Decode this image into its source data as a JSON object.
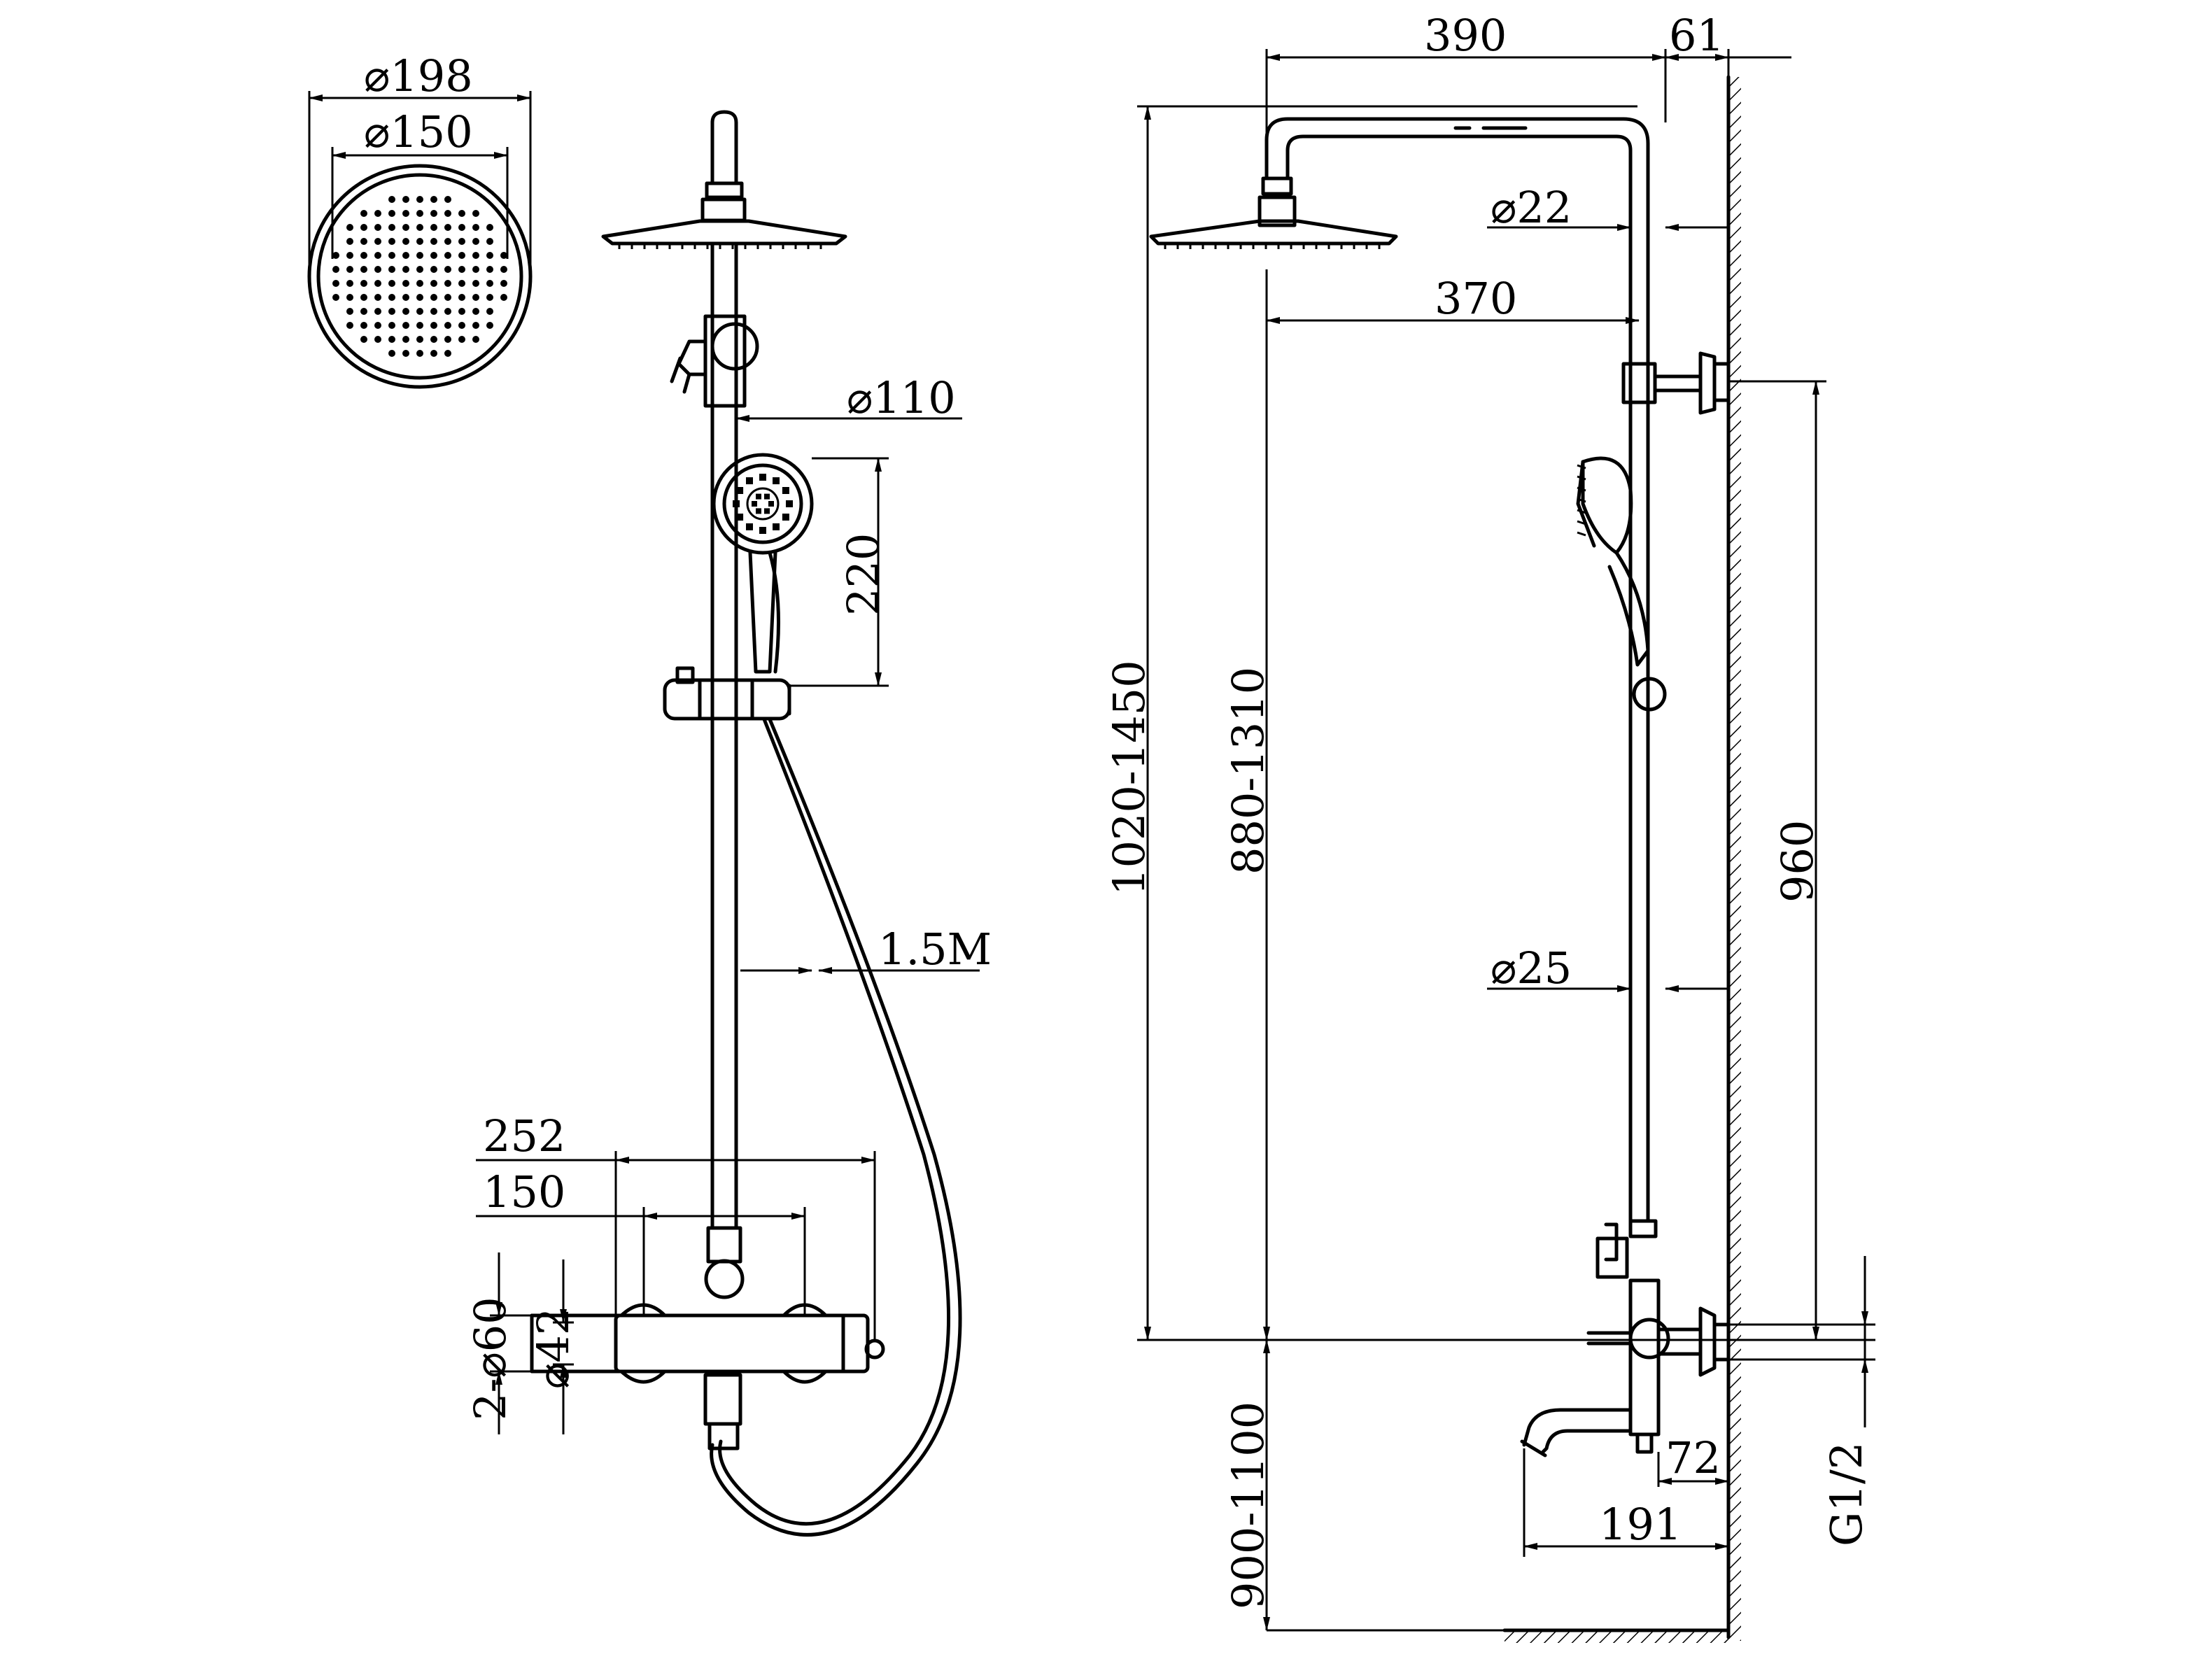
{
  "dimensions": {
    "head_outer_dia": "⌀198",
    "head_inner_dia": "⌀150",
    "handshower_dia": "⌀110",
    "handshower_height": "220",
    "hose_length": "1.5M",
    "mixer_width": "252",
    "inlet_spacing": "150",
    "flange_dia": "2-⌀60",
    "knob_dia": "⌀42",
    "arm_length": "390",
    "wall_offset": "61",
    "arm_tube_dia": "⌀22",
    "arm_inner_length": "370",
    "total_height": "1020-1450",
    "rod_height": "880-1310",
    "bracket_height": "960",
    "rod_dia": "⌀25",
    "mixer_height": "900-1100",
    "spout_offset": "72",
    "spout_length": "191",
    "inlet_thread": "G1/2"
  },
  "colors": {
    "line": "#000000",
    "background": "#ffffff"
  }
}
